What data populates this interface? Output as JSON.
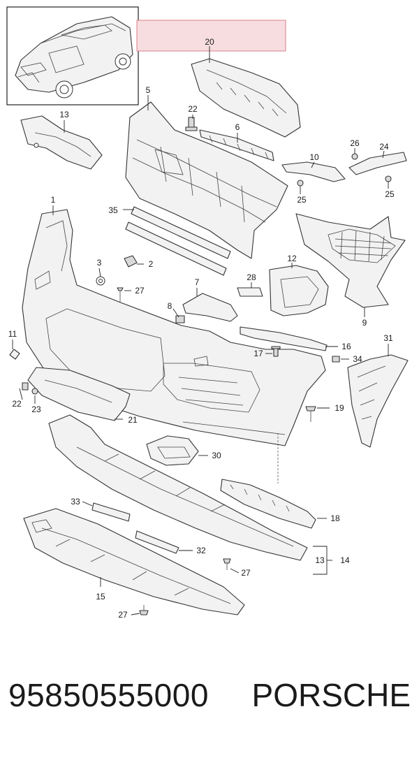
{
  "callouts": {
    "c20": "20",
    "c5": "5",
    "c22a": "22",
    "c6": "6",
    "c13a": "13",
    "c10": "10",
    "c26": "26",
    "c24": "24",
    "c25a": "25",
    "c25b": "25",
    "c1": "1",
    "c35": "35",
    "c3": "3",
    "c2": "2",
    "c27a": "27",
    "c12": "12",
    "c7": "7",
    "c28": "28",
    "c8": "8",
    "c9": "9",
    "c11": "11",
    "c17": "17",
    "c16": "16",
    "c31": "31",
    "c34": "34",
    "c22b": "22",
    "c23": "23",
    "c21": "21",
    "c19": "19",
    "c30": "30",
    "c33": "33",
    "c18": "18",
    "c32": "32",
    "c13b": "13",
    "c14": "14",
    "c27b": "27",
    "c15": "15",
    "c27c": "27"
  },
  "footer": {
    "part_number": "95850555000",
    "brand": "PORSCHE"
  },
  "colors": {
    "highlight_fill": "#f7dde0",
    "highlight_stroke": "#d9808a",
    "line": "#333333"
  }
}
